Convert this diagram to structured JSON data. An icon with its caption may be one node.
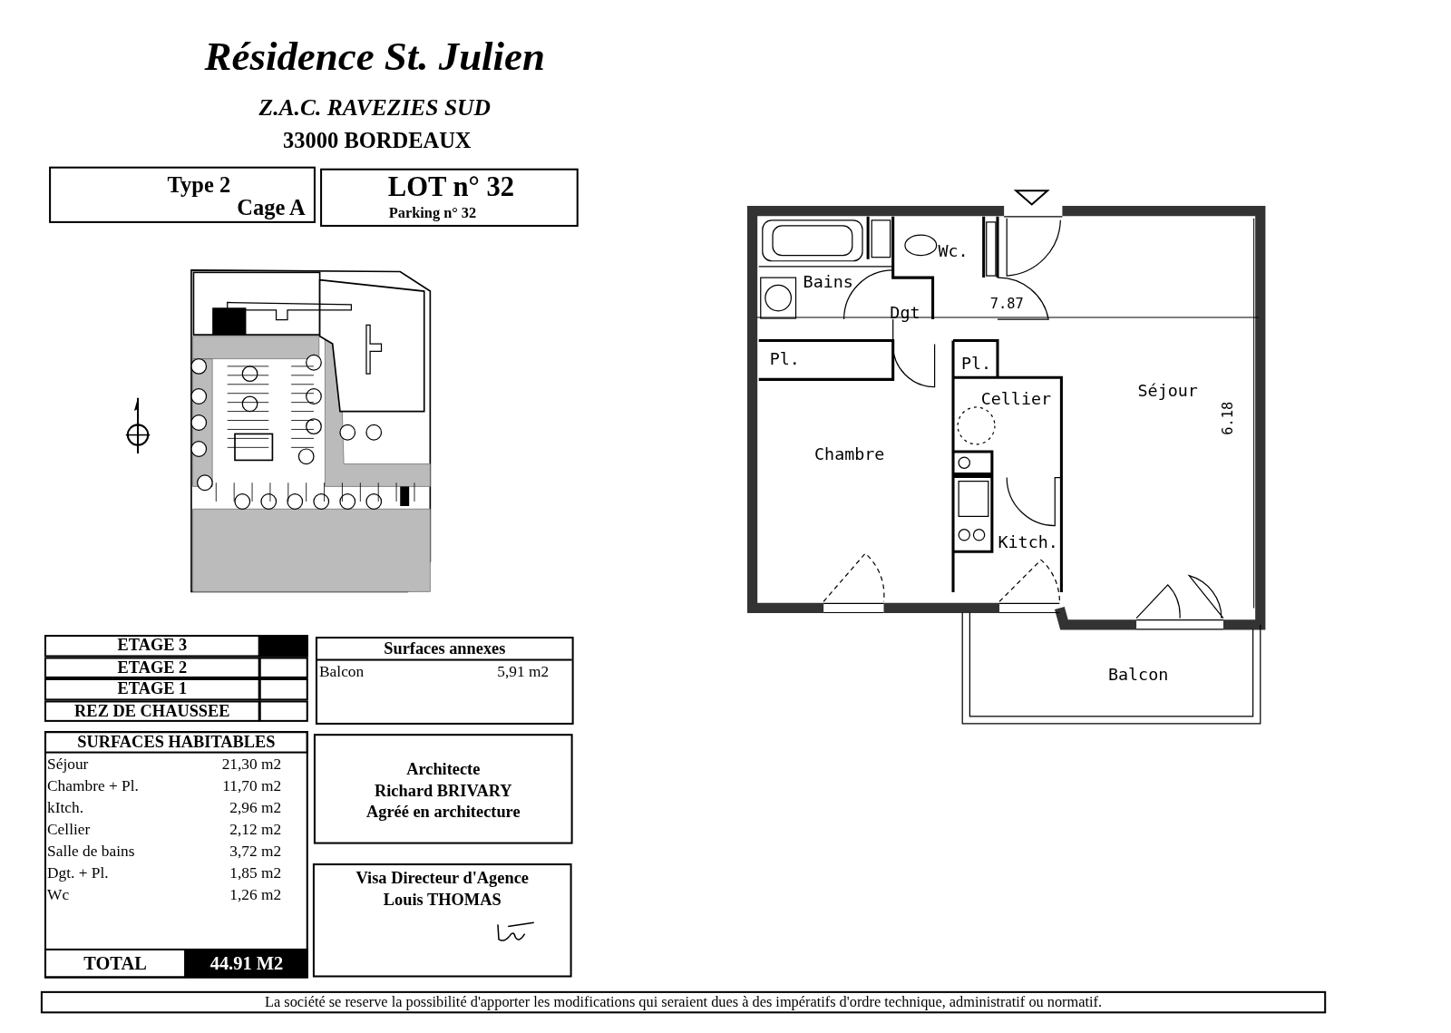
{
  "diagram": {
    "title": "Résidence St. Julien",
    "nodes": [
      {
        "text": [
          "Type 2",
          "Cage A"
        ]
      },
      {
        "text": [
          "LOT n° 32",
          "Parking n° 32"
        ]
      },
      {
        "text": [
          "Surfaces annexes",
          "Balcon",
          "5,91 m2"
        ]
      },
      {
        "text": [
          "Architecte",
          "Richard BRIVARY",
          "Agréé en architecture"
        ]
      },
      {
        "text": [
          "Visa Directeur d'Agence",
          "Louis THOMAS"
        ]
      }
    ],
    "labels": [
      "Z.A.C. RAVEZIES SUD",
      "33000 BORDEAUX",
      "Wc.",
      "Bains",
      "7.87",
      "Dgt",
      "Pl.",
      "Pl.",
      "Cellier",
      "Séjour",
      "6.18",
      "Chambre",
      "Kitch.",
      "Balcon",
      "ETAGE 3",
      "ETAGE 2",
      "ETAGE 1",
      "REZ DE CHAUSSEE",
      "SURFACES HABITABLES",
      "Séjour",
      "21,30 m2",
      "Chambre + Pl.",
      "11,70 m2",
      "kItch.",
      "2,96 m2",
      "Cellier",
      "2,12 m2",
      "Salle de bains",
      "3,72 m2",
      "Dgt. + Pl.",
      "1,85 m2",
      "Wc",
      "1,26 m2",
      "TOTAL",
      "44.91 M2",
      "La société se reserve la possibilité d'apporter les modifications qui seraient dues à des impératifs d'ordre technique, administratif ou normatif."
    ]
  }
}
